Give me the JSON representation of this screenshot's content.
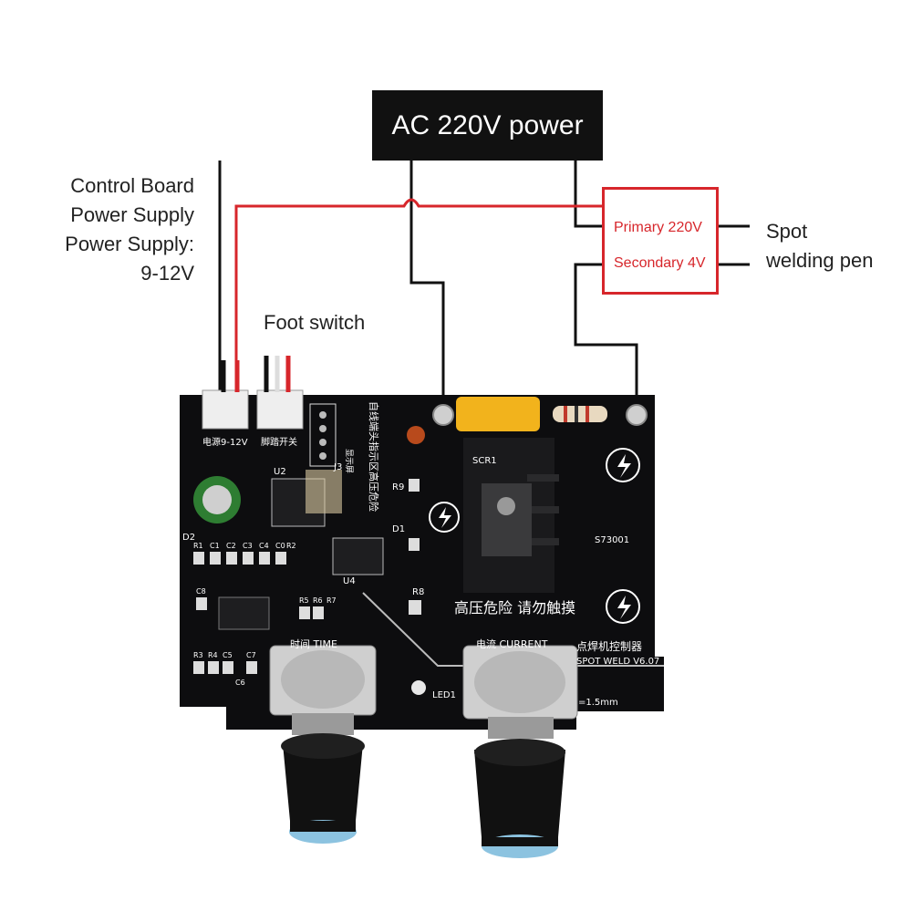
{
  "power_box": {
    "label": "AC 220V power"
  },
  "control_power": {
    "lines": [
      "Control Board",
      "Power Supply",
      "Power Supply:",
      "9-12V"
    ]
  },
  "foot_switch": {
    "label": "Foot switch"
  },
  "transformer": {
    "primary": "Primary 220V",
    "secondary": "Secondary 4V"
  },
  "spot_pen": {
    "lines": [
      "Spot",
      "welding pen"
    ]
  },
  "board": {
    "connector_power": "电源9-12V",
    "connector_foot": "脚踏开关",
    "vertical_warning": "自线端头指示区高压危险",
    "display_port": "显示屏",
    "j3": "J3",
    "u2": "U2",
    "u4": "U4",
    "d1": "D1",
    "d2": "D2",
    "scr1": "SCR1",
    "r8": "R8",
    "r9": "R9",
    "model_code": "S73001",
    "hv_warning": "高压危险  请勿触摸",
    "title_cn": "点焊机控制器",
    "title_en": "SPOT WELD V6.07",
    "time_label": "时间   TIME",
    "current_label": "电流  CURRENT",
    "led_label": "LED1",
    "thickness": "=1.5mm",
    "small_components": [
      "R1",
      "C1",
      "C2",
      "C3",
      "C4",
      "C0",
      "R2",
      "C8",
      "R5",
      "R6",
      "R7",
      "R3",
      "R4",
      "C5",
      "C7",
      "C6"
    ]
  },
  "colors": {
    "wire_red": "#d7262b",
    "wire_black": "#111111",
    "pcb": "#0d0d0f",
    "box": "#111111"
  }
}
